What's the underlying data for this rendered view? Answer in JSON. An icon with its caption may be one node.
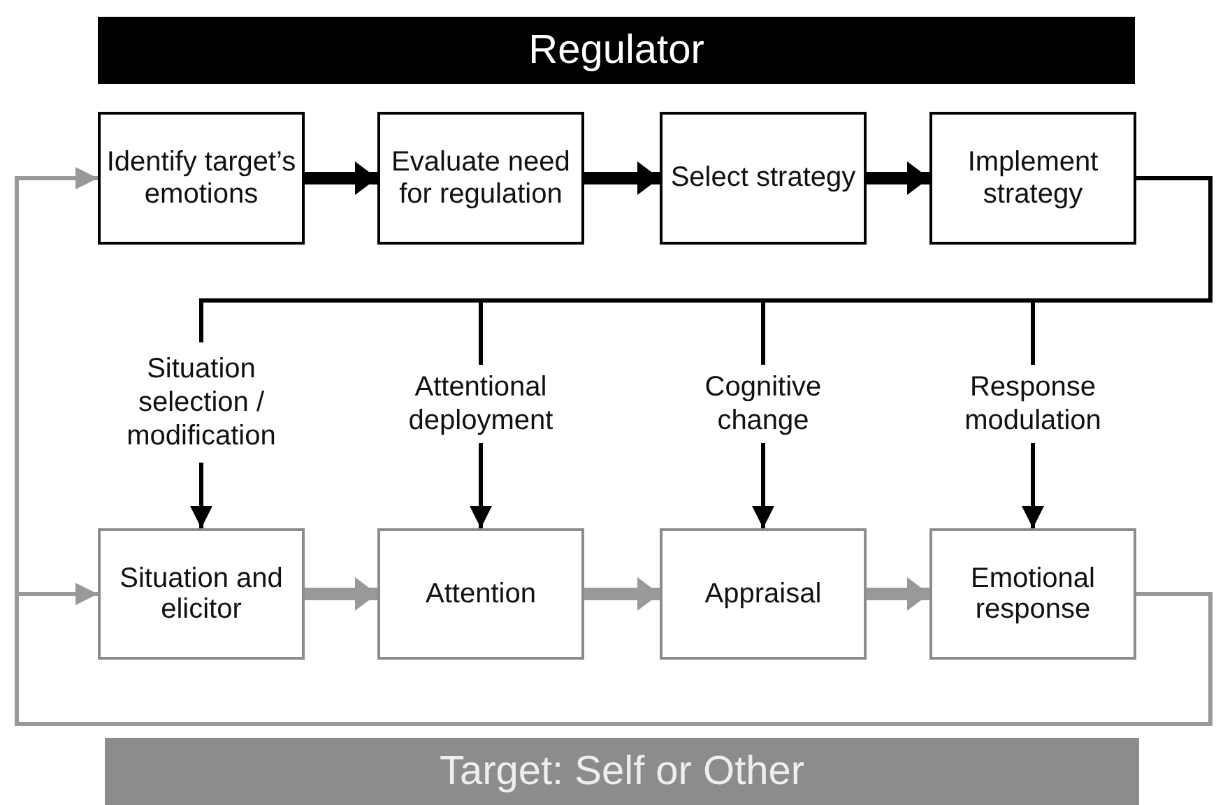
{
  "diagram": {
    "nodes": [
      {
        "text": [
          "Regulator"
        ]
      },
      {
        "text": [
          "Identify target’s emotions"
        ]
      },
      {
        "text": [
          "Evaluate need for regulation"
        ]
      },
      {
        "text": [
          "Select strategy"
        ]
      },
      {
        "text": [
          "Implement strategy"
        ]
      },
      {
        "text": [
          "Situation selection / modification"
        ]
      },
      {
        "text": [
          "Attentional deployment"
        ]
      },
      {
        "text": [
          "Cognitive change"
        ]
      },
      {
        "text": [
          "Response modulation"
        ]
      },
      {
        "text": [
          "Situation and elicitor"
        ]
      },
      {
        "text": [
          "Attention"
        ]
      },
      {
        "text": [
          "Appraisal"
        ]
      },
      {
        "text": [
          "Emotional response"
        ]
      },
      {
        "text": [
          "Target: Self or Other"
        ]
      }
    ],
    "edges": [
      {
        "from": 1,
        "to": 2,
        "arrow": "to",
        "style": "thick"
      },
      {
        "from": 2,
        "to": 3,
        "arrow": "to",
        "style": "thick"
      },
      {
        "from": 3,
        "to": 4,
        "arrow": "to",
        "style": "thick"
      },
      {
        "from": 4,
        "to": 5,
        "arrow": "none"
      },
      {
        "from": 4,
        "to": 6,
        "arrow": "none"
      },
      {
        "from": 4,
        "to": 7,
        "arrow": "none"
      },
      {
        "from": 4,
        "to": 8,
        "arrow": "none"
      },
      {
        "from": 5,
        "to": 9,
        "arrow": "to"
      },
      {
        "from": 6,
        "to": 10,
        "arrow": "to"
      },
      {
        "from": 7,
        "to": 11,
        "arrow": "to"
      },
      {
        "from": 8,
        "to": 12,
        "arrow": "to"
      },
      {
        "from": 9,
        "to": 10,
        "arrow": "to",
        "style": "thick",
        "color": "#999999"
      },
      {
        "from": 10,
        "to": 11,
        "arrow": "to",
        "style": "thick",
        "color": "#999999"
      },
      {
        "from": 11,
        "to": 12,
        "arrow": "to",
        "style": "thick",
        "color": "#999999"
      },
      {
        "from": 12,
        "to": 1,
        "arrow": "to",
        "color": "#999999"
      },
      {
        "from": 12,
        "to": 9,
        "arrow": "to",
        "color": "#999999"
      }
    ]
  }
}
